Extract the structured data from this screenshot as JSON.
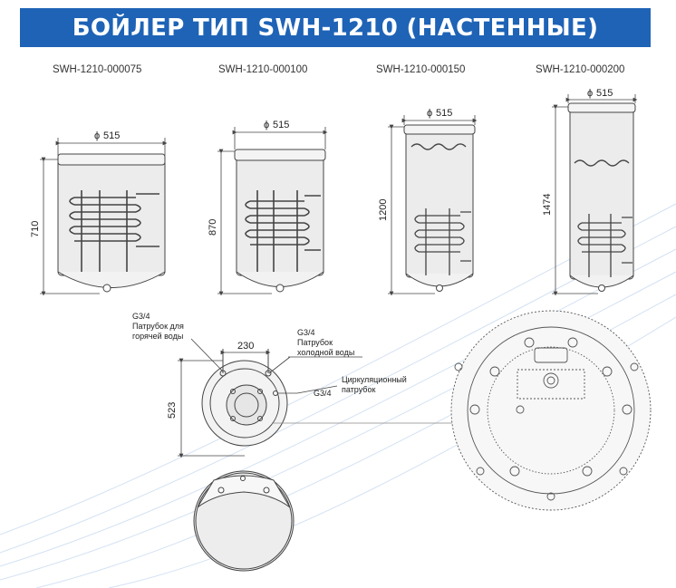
{
  "title": "БОЙЛЕР ТИП SWH-1210 (НАСТЕННЫЕ)",
  "colors": {
    "banner": "#1e63b6",
    "banner_text": "#ffffff",
    "line": "#444444",
    "fill": "#ececec"
  },
  "models": [
    {
      "name": "SWH-1210-000075",
      "diameter": "515",
      "height": "710"
    },
    {
      "name": "SWH-1210-000100",
      "diameter": "515",
      "height": "870"
    },
    {
      "name": "SWH-1210-000150",
      "diameter": "515",
      "height": "1200"
    },
    {
      "name": "SWH-1210-000200",
      "diameter": "515",
      "height": "1474"
    }
  ],
  "diameter_symbol": "ϕ",
  "plan": {
    "hot_pipe": {
      "thread": "G3/4",
      "label": "Патрубок для горячей воды"
    },
    "cold_pipe": {
      "thread": "G3/4",
      "label": "Патрубок холодной воды"
    },
    "circ_pipe": {
      "thread": "G3/4",
      "label": "Циркуляционный патрубок"
    },
    "width_dim": "230",
    "depth_dim": "523"
  }
}
